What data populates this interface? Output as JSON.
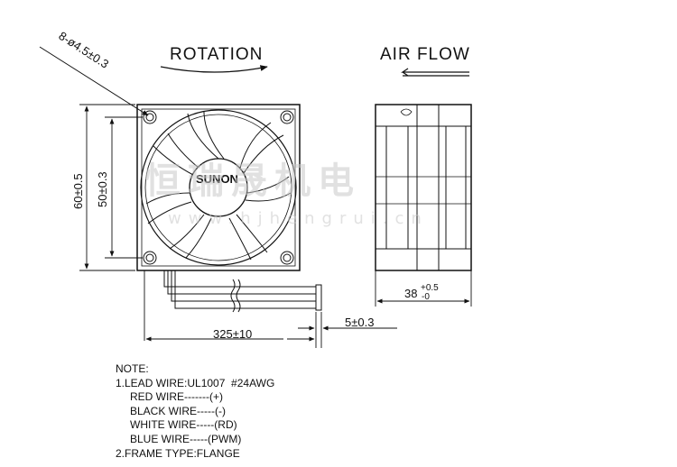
{
  "labels": {
    "rotation": "ROTATION",
    "air_flow": "AIR FLOW",
    "hole_spec": "8-ø4.5±0.3",
    "height_outer": "60±0.5",
    "height_inner": "50±0.3",
    "depth": "38",
    "depth_tol_upper": "+0.5",
    "depth_tol_lower": "-0",
    "lead_length": "325±10",
    "strip_length": "5±0.3",
    "brand": "SUNON"
  },
  "watermark": {
    "cn": "恒瑞晟机电",
    "url": "www.hjhengrui.cn"
  },
  "note": {
    "title": "NOTE:",
    "line1": "1.LEAD WIRE:UL1007  #24AWG",
    "red": "RED WIRE-------(+)",
    "black": "BLACK WIRE-----(-)",
    "white": "WHITE WIRE-----(RD)",
    "blue": "BLUE WIRE-----(PWM)",
    "line2": "2.FRAME TYPE:FLANGE"
  },
  "colors": {
    "line": "#111111",
    "watermark": "#c9c9c9"
  }
}
